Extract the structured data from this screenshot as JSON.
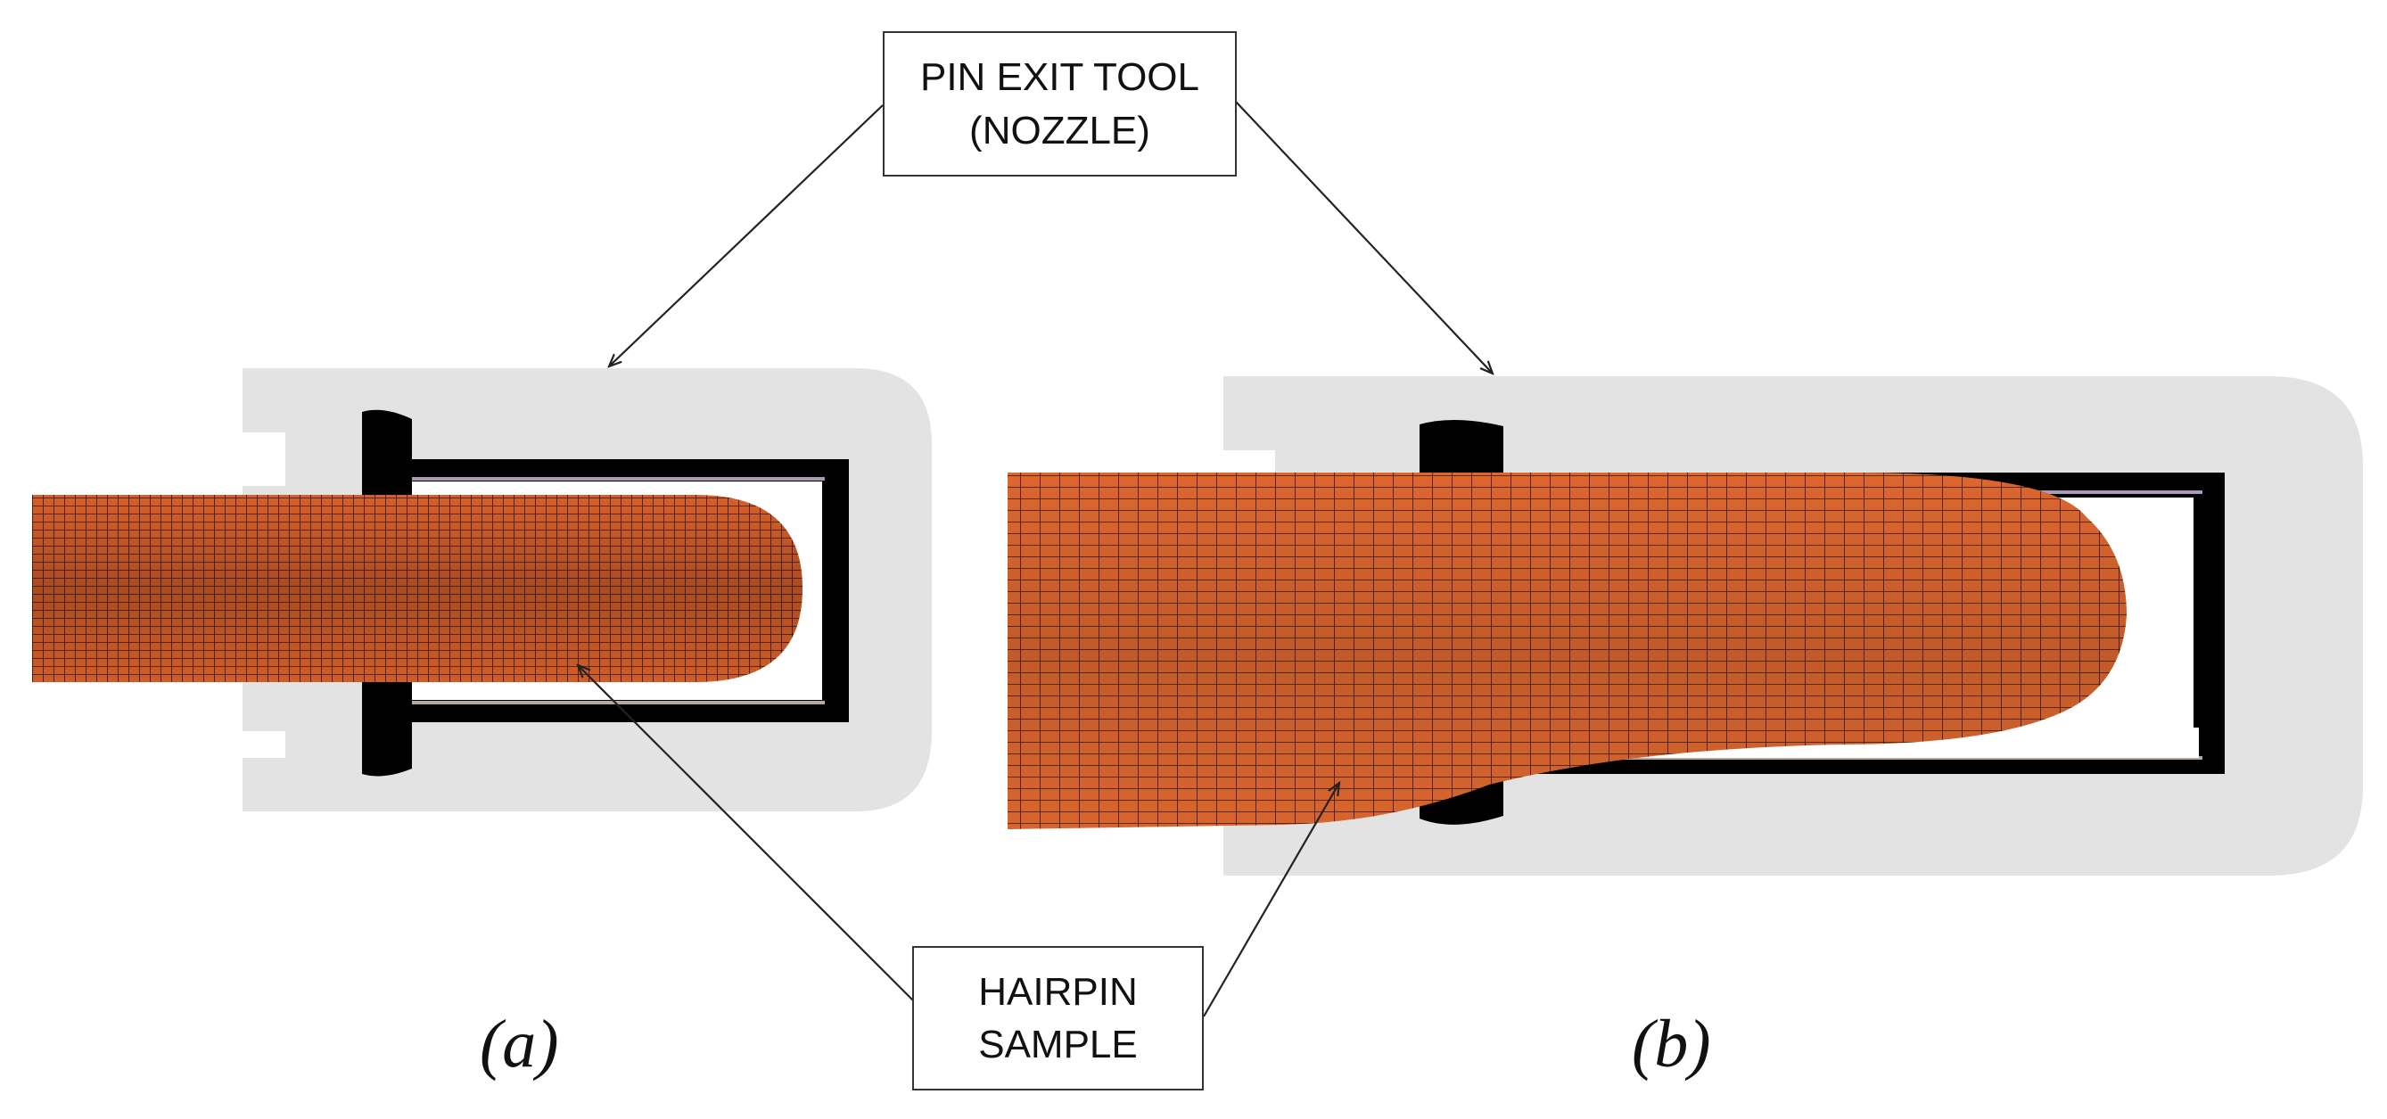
{
  "callouts": {
    "tool": {
      "line1": "PIN EXIT TOOL",
      "line2": "(NOZZLE)"
    },
    "sample": {
      "line1": "HAIRPIN",
      "line2": "SAMPLE"
    }
  },
  "panels": {
    "a": "(a)",
    "b": "(b)"
  },
  "colors": {
    "tool_body": "#e3e3e3",
    "tool_edge": "#000000",
    "hairpin": "#e2652b",
    "hairpin_mesh": "#3a1606",
    "cavity_line": "#a99ab5",
    "leader": "#222222"
  }
}
